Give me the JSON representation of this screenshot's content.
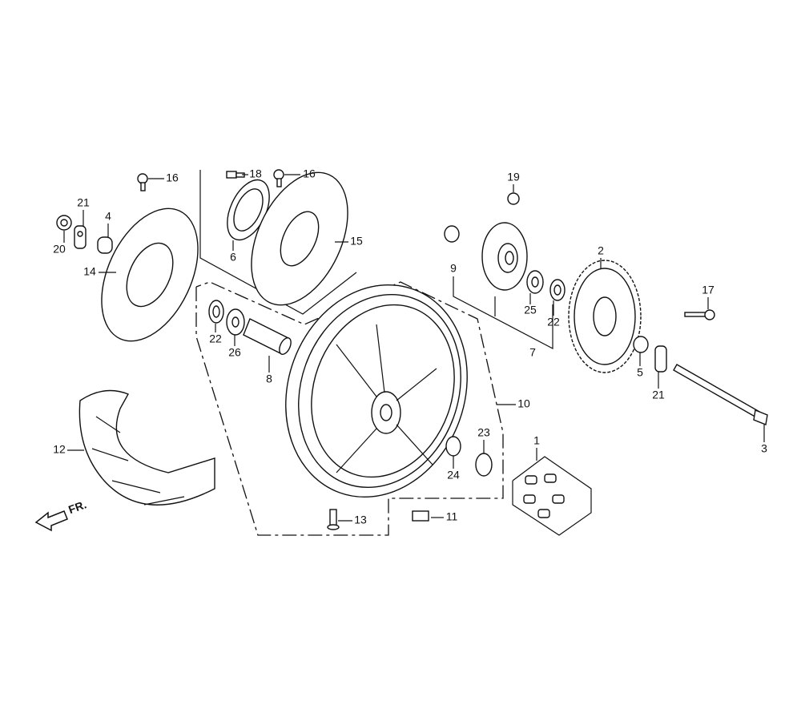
{
  "diagram": {
    "direction_marker": "FR.",
    "callouts": {
      "c16a": "16",
      "c18": "18",
      "c16b": "16",
      "c21a": "21",
      "c4": "4",
      "c20": "20",
      "c14": "14",
      "c6": "6",
      "c15": "15",
      "c19": "19",
      "c9": "9",
      "c2": "2",
      "c17": "17",
      "c25": "25",
      "c22a": "22",
      "c22b": "22",
      "c26": "26",
      "c8": "8",
      "c7": "7",
      "c10": "10",
      "c5": "5",
      "c21b": "21",
      "c3": "3",
      "c12": "12",
      "c23": "23",
      "c24": "24",
      "c1": "1",
      "c13": "13",
      "c11": "11"
    }
  }
}
